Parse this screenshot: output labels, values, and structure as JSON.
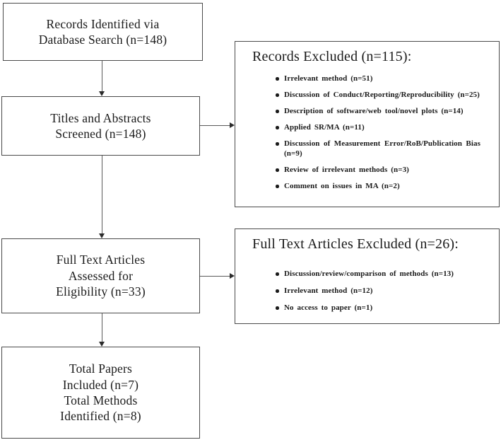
{
  "flowchart": {
    "left_boxes": [
      {
        "text": "Records Identified via\nDatabase Search (n=148)"
      },
      {
        "text": "Titles and Abstracts\nScreened (n=148)"
      },
      {
        "text": "Full Text Articles\nAssessed for\nEligibility (n=33)"
      },
      {
        "text": "Total Papers\nIncluded (n=7)\nTotal Methods\nIdentified (n=8)"
      }
    ],
    "right_boxes": [
      {
        "title": "Records Excluded (n=115):",
        "items": [
          "Irrelevant method (n=51)",
          "Discussion of Conduct/Reporting/Reproducibility (n=25)",
          "Description of software/web tool/novel plots (n=14)",
          "Applied SR/MA (n=11)",
          "Discussion of Measurement Error/RoB/Publication Bias (n=9)",
          "Review of irrelevant methods (n=3)",
          "Comment on issues in MA (n=2)"
        ]
      },
      {
        "title": "Full Text Articles Excluded (n=26):",
        "items": [
          "Discussion/review/comparison of methods (n=13)",
          "Irrelevant method (n=12)",
          "No access to paper (n=1)"
        ]
      }
    ],
    "colors": {
      "text": "#1a1a1a",
      "border": "#4a4a4a",
      "connector": "#5a5a5a",
      "background": "#ffffff"
    }
  }
}
